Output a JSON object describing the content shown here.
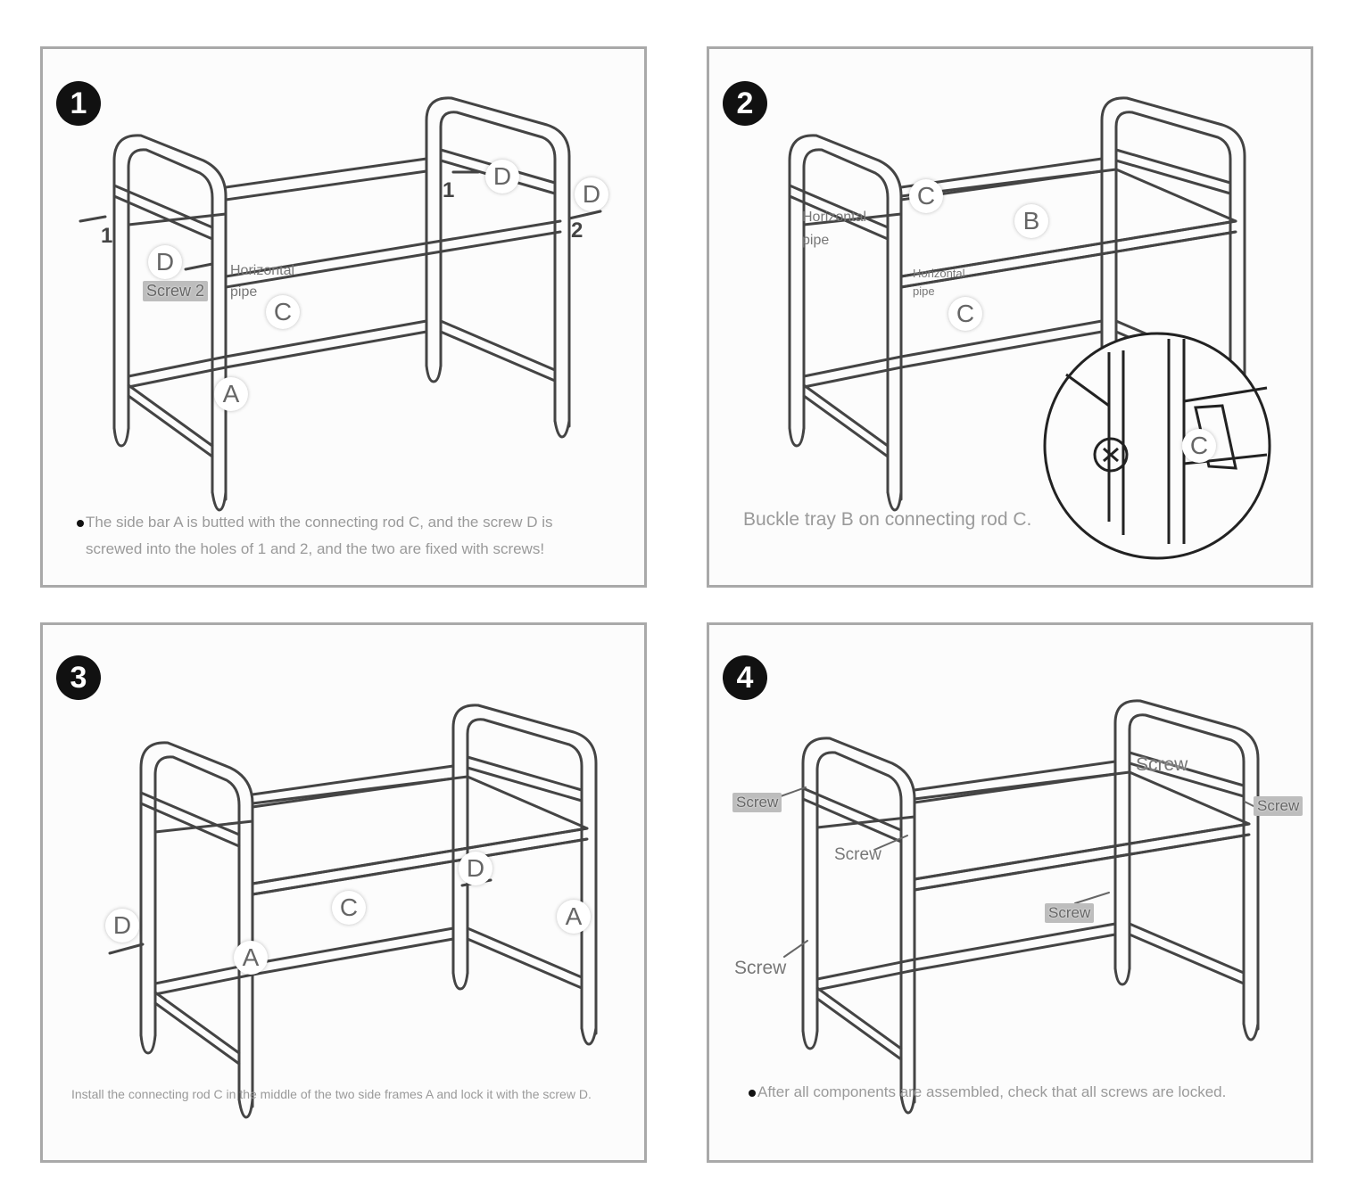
{
  "steps": [
    {
      "number": "1",
      "caption_line1": "The side bar A is butted with the connecting rod C, and the screw D is",
      "caption_line2": "screwed into the holes of 1 and 2, and the two are fixed with screws!",
      "labels": {
        "d_top": "D",
        "d_right": "D",
        "d_left": "D",
        "c": "C",
        "a": "A",
        "num_1_top": "1",
        "num_1_left": "1",
        "num_2_right": "2",
        "screw": "Screw 2",
        "pipe_line1": "Horizontal",
        "pipe_line2": "pipe"
      }
    },
    {
      "number": "2",
      "caption": "Buckle tray B on connecting rod C.",
      "labels": {
        "c_top": "C",
        "b": "B",
        "c_mid": "C",
        "c_zoom": "C",
        "pipe_a_line1": "Horizontal",
        "pipe_a_line2": "pipe",
        "pipe_b_line1": "Horizontal",
        "pipe_b_line2": "pipe"
      }
    },
    {
      "number": "3",
      "caption": "Install the connecting rod C in the middle of the two side frames A and lock it with the screw D.",
      "labels": {
        "d_mid": "D",
        "d_left": "D",
        "c": "C",
        "a_left": "A",
        "a_right": "A"
      }
    },
    {
      "number": "4",
      "caption": "After all components are assembled, check that all screws are locked.",
      "labels": {
        "screw_top": "Screw",
        "screw_left": "Screw",
        "screw_right": "Screw",
        "screw_mid": "Screw",
        "screw_center": "Screw",
        "screw_bottom": "Screw"
      }
    }
  ],
  "colors": {
    "border": "#a9a9a9",
    "line": "#444444",
    "caption": "#9a9a9a",
    "badge": "#111111"
  }
}
